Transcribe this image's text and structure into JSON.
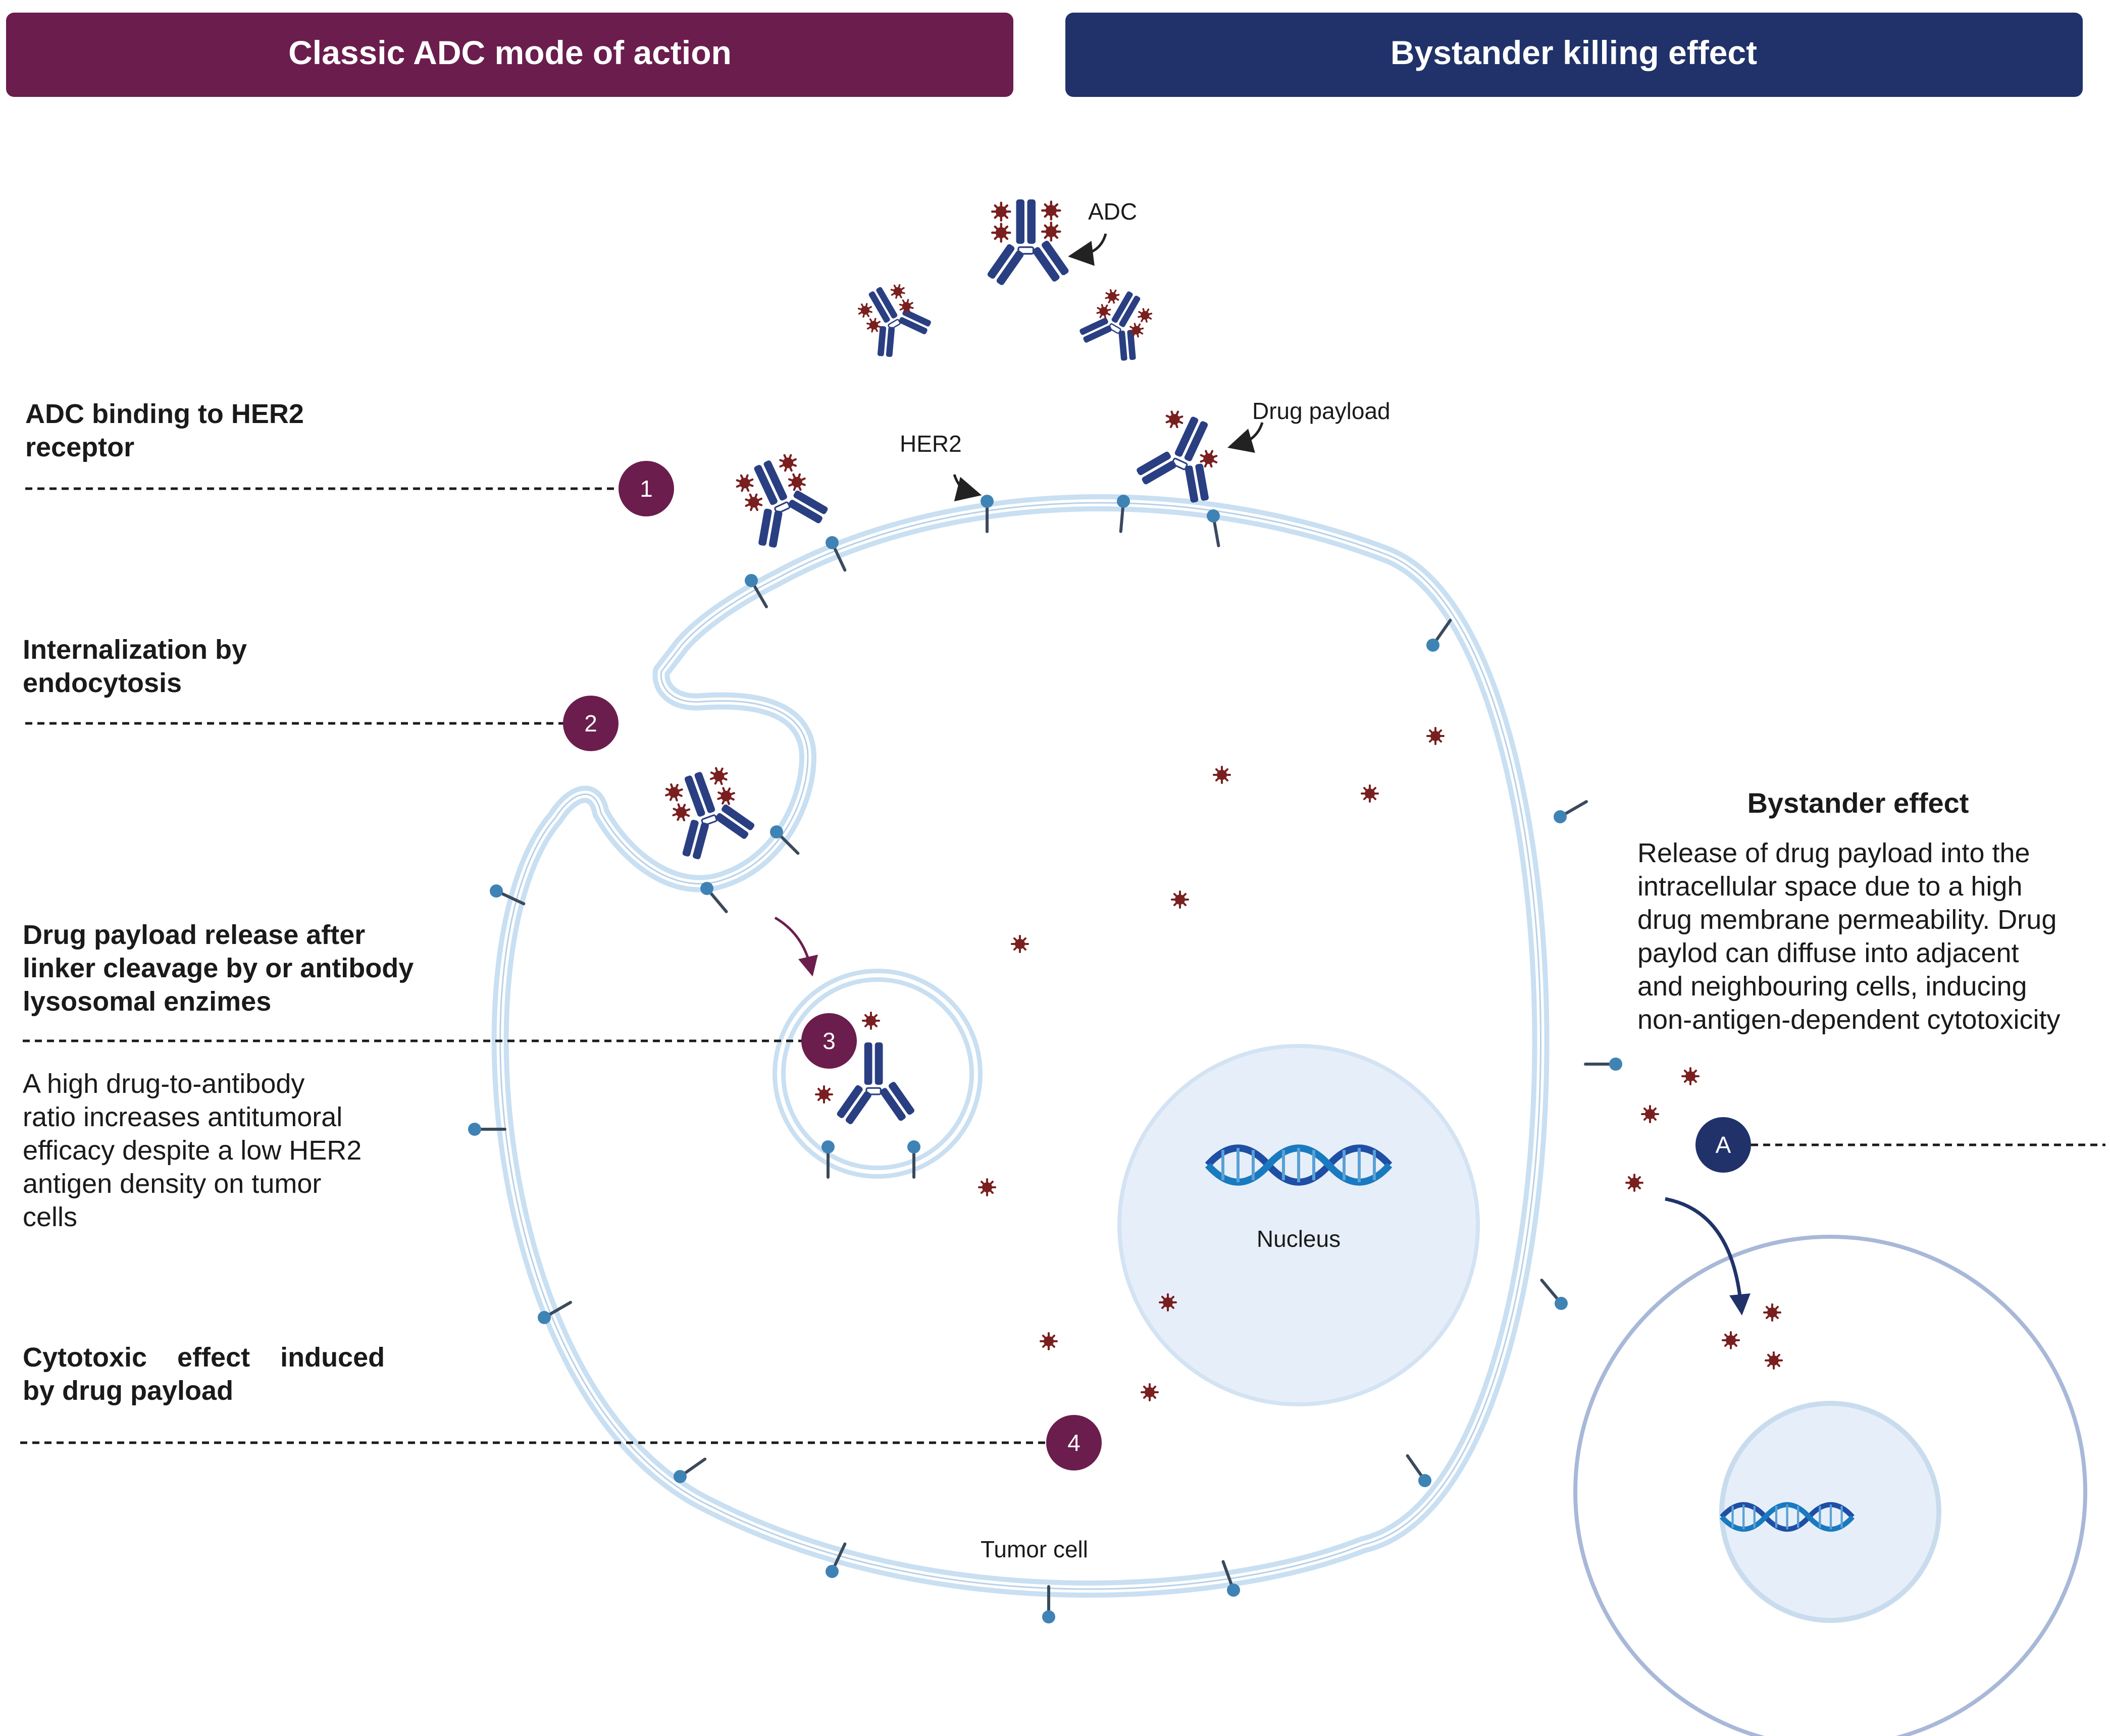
{
  "headers": {
    "left": "Classic ADC mode of action",
    "right": "Bystander killing effect"
  },
  "colors": {
    "left_header": "#6b1d4d",
    "right_header": "#203269",
    "marker_purple": "#6b1d4d",
    "marker_navy": "#203269",
    "membrane": "#c9dff2",
    "antibody": "#2a3f82",
    "payload": "#7a1f1f",
    "receptor": "#3f83b5",
    "nucleus_fill": "#e6eff9"
  },
  "steps": [
    {
      "marker": "1",
      "lines": [
        "ADC binding to HER2",
        "receptor"
      ]
    },
    {
      "marker": "2",
      "lines": [
        "Internalization by",
        "endocytosis"
      ]
    },
    {
      "marker": "3",
      "lines": [
        "Drug payload release after",
        "linker cleavage by or antibody",
        "lysosomal enzimes"
      ]
    },
    {
      "marker": "4",
      "lines": [
        "Cytotoxic    effect    induced",
        "by drug payload"
      ]
    }
  ],
  "note": {
    "lines": [
      "A high drug-to-antibody",
      "ratio increases antitumoral",
      "efficacy despite a low HER2",
      "antigen density on tumor",
      "cells"
    ]
  },
  "bystander": {
    "marker": "A",
    "title": "Bystander effect",
    "lines": [
      "Release of drug payload into the",
      "intracellular space due to a high",
      "drug membrane permeability. Drug",
      "paylod can diffuse into adjacent",
      "and neighbouring cells, inducing",
      "non-antigen-dependent cytotoxicity"
    ]
  },
  "labels": {
    "adc": "ADC",
    "her2": "HER2",
    "drug_payload": "Drug payload",
    "nucleus": "Nucleus",
    "tumor_cell": "Tumor cell"
  }
}
